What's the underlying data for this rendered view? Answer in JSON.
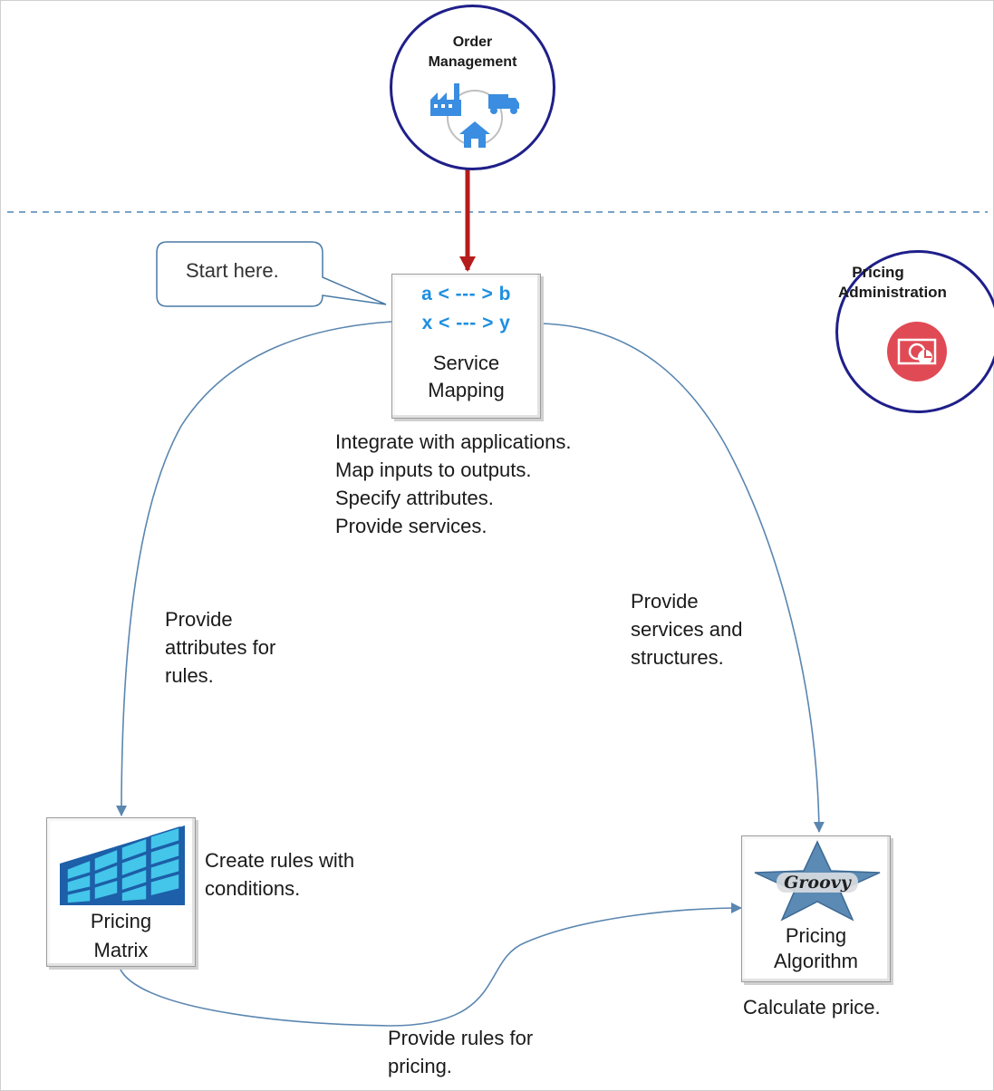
{
  "nodes": {
    "order_management": {
      "title": "Order\nManagement"
    },
    "pricing_administration": {
      "title": "Pricing\nAdministration"
    },
    "service_mapping": {
      "label": "Service\nMapping",
      "icon_line_1": "a < --- > b",
      "icon_line_2": "x < --- > y"
    },
    "pricing_matrix": {
      "label": "Pricing\nMatrix"
    },
    "pricing_algorithm": {
      "label": "Pricing\nAlgorithm"
    }
  },
  "callout": {
    "text": "Start here."
  },
  "descriptions": {
    "service_mapping": "Integrate with applications.\nMap inputs to outputs.\nSpecify attributes.\nProvide services.",
    "pricing_matrix": "Create rules with\nconditions.",
    "pricing_algorithm": "Calculate price."
  },
  "edge_labels": {
    "mapping_to_matrix": "Provide\nattributes for\nrules.",
    "mapping_to_algorithm": "Provide\nservices and\nstructures.",
    "matrix_to_algorithm": "Provide rules for\npricing."
  },
  "colors": {
    "circle_border": "#1f1f8a",
    "connector": "#5a86b0",
    "entry_arrow": "#b51c1c",
    "divider": "#7aa2c8",
    "mapping_text": "#1d8fe0",
    "order_icon": "#3a8de0",
    "admin_icon_bg": "#e04a55"
  },
  "icons": {
    "order_management": [
      "factory-icon",
      "truck-icon",
      "house-icon"
    ],
    "pricing_administration": "price-chart-icon",
    "pricing_matrix": "grid-table-icon",
    "pricing_algorithm": "groovy-star-logo"
  }
}
